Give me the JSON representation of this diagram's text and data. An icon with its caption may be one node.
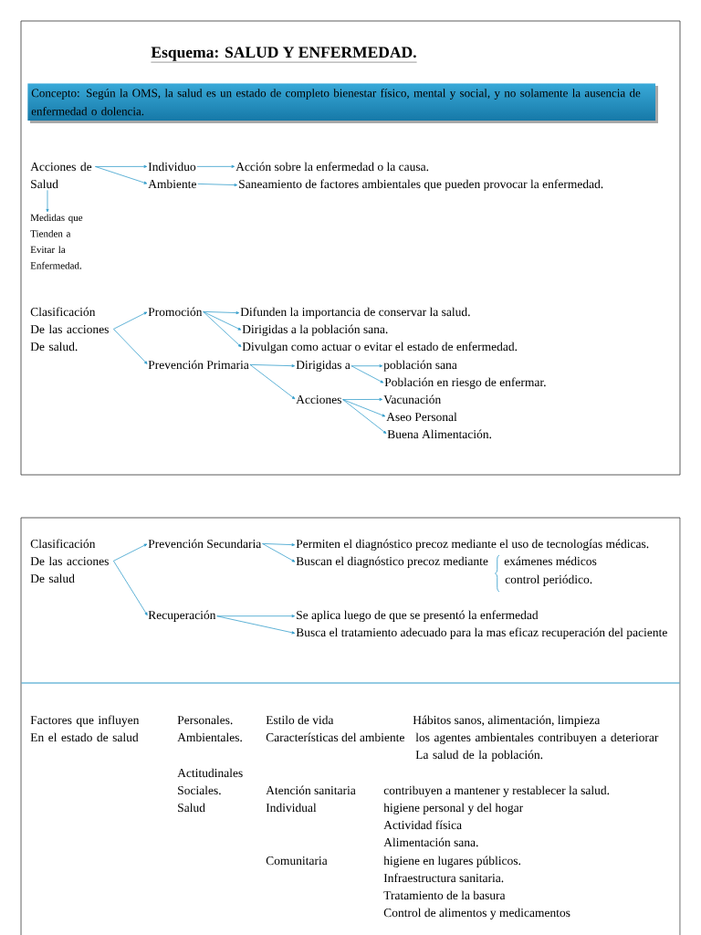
{
  "diagram": {
    "title": "Esquema: SALUD Y ENFERMEDAD.",
    "nodes": [
      {
        "text": [
          "Concepto: Según la OMS, la salud es un estado de completo bienestar físico, mental y social, y no solamente la ausencia de enfermedad o dolencia."
        ]
      },
      {
        "text": [
          "Acciones de Salud"
        ]
      },
      {
        "text": [
          "Individuo"
        ]
      },
      {
        "text": [
          "Ambiente"
        ]
      },
      {
        "text": [
          "Acción sobre la enfermedad o la causa."
        ]
      },
      {
        "text": [
          "Saneamiento de factores ambientales que pueden provocar la enfermedad."
        ]
      },
      {
        "text": [
          "Medidas que Tienden a Evitar la Enfermedad."
        ]
      },
      {
        "text": [
          "Clasificación De las acciones De salud."
        ]
      },
      {
        "text": [
          "Promoción"
        ]
      },
      {
        "text": [
          "Prevención Primaria"
        ]
      },
      {
        "text": [
          "Difunden la importancia de conservar la salud."
        ]
      },
      {
        "text": [
          "Dirigidas a la población sana."
        ]
      },
      {
        "text": [
          "Divulgan como actuar o evitar el estado de enfermedad."
        ]
      },
      {
        "text": [
          "Dirigidas a"
        ]
      },
      {
        "text": [
          "Acciones"
        ]
      },
      {
        "text": [
          "población sana"
        ]
      },
      {
        "text": [
          "Población en riesgo de enfermar."
        ]
      },
      {
        "text": [
          "Vacunación"
        ]
      },
      {
        "text": [
          "Aseo Personal"
        ]
      },
      {
        "text": [
          "Buena Alimentación."
        ]
      },
      {
        "text": [
          "Clasificación De las acciones De salud"
        ]
      },
      {
        "text": [
          "Prevención Secundaria"
        ]
      },
      {
        "text": [
          "Recuperación"
        ]
      },
      {
        "text": [
          "Permiten el diagnóstico precoz mediante el uso de tecnologías médicas."
        ]
      },
      {
        "text": [
          "Buscan el diagnóstico precoz mediante"
        ]
      },
      {
        "text": [
          "Se aplica luego de que se presentó la enfermedad"
        ]
      },
      {
        "text": [
          "Busca el tratamiento adecuado para la mas eficaz recuperación del paciente"
        ]
      }
    ],
    "edges": [
      {
        "from": 1,
        "to": 2,
        "arrow": "to"
      },
      {
        "from": 1,
        "to": 3,
        "arrow": "to"
      },
      {
        "from": 2,
        "to": 4,
        "arrow": "to"
      },
      {
        "from": 3,
        "to": 5,
        "arrow": "to"
      },
      {
        "from": 1,
        "to": 6,
        "arrow": "to"
      },
      {
        "from": 7,
        "to": 8,
        "arrow": "to"
      },
      {
        "from": 7,
        "to": 9,
        "arrow": "to"
      },
      {
        "from": 8,
        "to": 10,
        "arrow": "to"
      },
      {
        "from": 8,
        "to": 11,
        "arrow": "to"
      },
      {
        "from": 8,
        "to": 12,
        "arrow": "to"
      },
      {
        "from": 9,
        "to": 13,
        "arrow": "to"
      },
      {
        "from": 9,
        "to": 14,
        "arrow": "to"
      },
      {
        "from": 13,
        "to": 15,
        "arrow": "to"
      },
      {
        "from": 13,
        "to": 16,
        "arrow": "to"
      },
      {
        "from": 14,
        "to": 17,
        "arrow": "to"
      },
      {
        "from": 14,
        "to": 18,
        "arrow": "to"
      },
      {
        "from": 14,
        "to": 19,
        "arrow": "to"
      },
      {
        "from": 20,
        "to": 21,
        "arrow": "to"
      },
      {
        "from": 20,
        "to": 22,
        "arrow": "to"
      },
      {
        "from": 21,
        "to": 23,
        "arrow": "to"
      },
      {
        "from": 21,
        "to": 24,
        "arrow": "to"
      },
      {
        "from": 22,
        "to": 25,
        "arrow": "to"
      },
      {
        "from": 22,
        "to": 26,
        "arrow": "to"
      }
    ],
    "labels": [
      "exámenes médicos",
      "control periódico.",
      "Factores que influyen En el estado de salud",
      "Personales.",
      "Estilo de vida",
      "Hábitos sanos, alimentación, limpieza",
      "Ambientales.",
      "Características del ambiente",
      "los agentes ambientales contribuyen a deteriorar La salud de la población.",
      "Actitudinales",
      "Sociales.",
      "Atención sanitaria",
      "contribuyen a mantener y restablecer la salud.",
      "Salud",
      "Individual",
      "higiene personal y del hogar",
      "Actividad física",
      "Alimentación sana.",
      "Comunitaria",
      "higiene en lugares públicos.",
      "Infraestructura sanitaria.",
      "Tratamiento de la basura",
      "Control de alimentos y medicamentos"
    ]
  }
}
